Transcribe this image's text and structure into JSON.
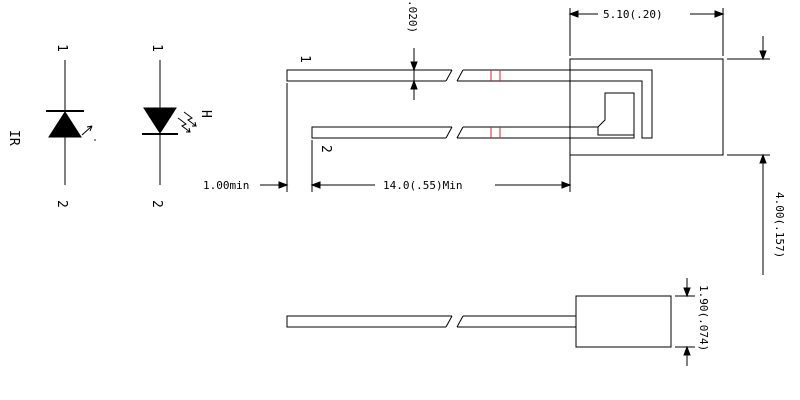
{
  "symbols": {
    "ir": {
      "label": "IR",
      "pin_top": "1",
      "pin_bottom": "2"
    },
    "h": {
      "label": "H",
      "pin_top": "1",
      "pin_bottom": "2"
    }
  },
  "top_view": {
    "pin1_label": "1",
    "pin2_label": "2",
    "dim_thickness": ".020)",
    "dim_body_width": "5.10(.20)",
    "dim_body_height": "4.00(.157)",
    "dim_lead_length": "14.0(.55)Min",
    "dim_min": "1.00min"
  },
  "side_view": {
    "dim_height": "1.90(.074)"
  }
}
